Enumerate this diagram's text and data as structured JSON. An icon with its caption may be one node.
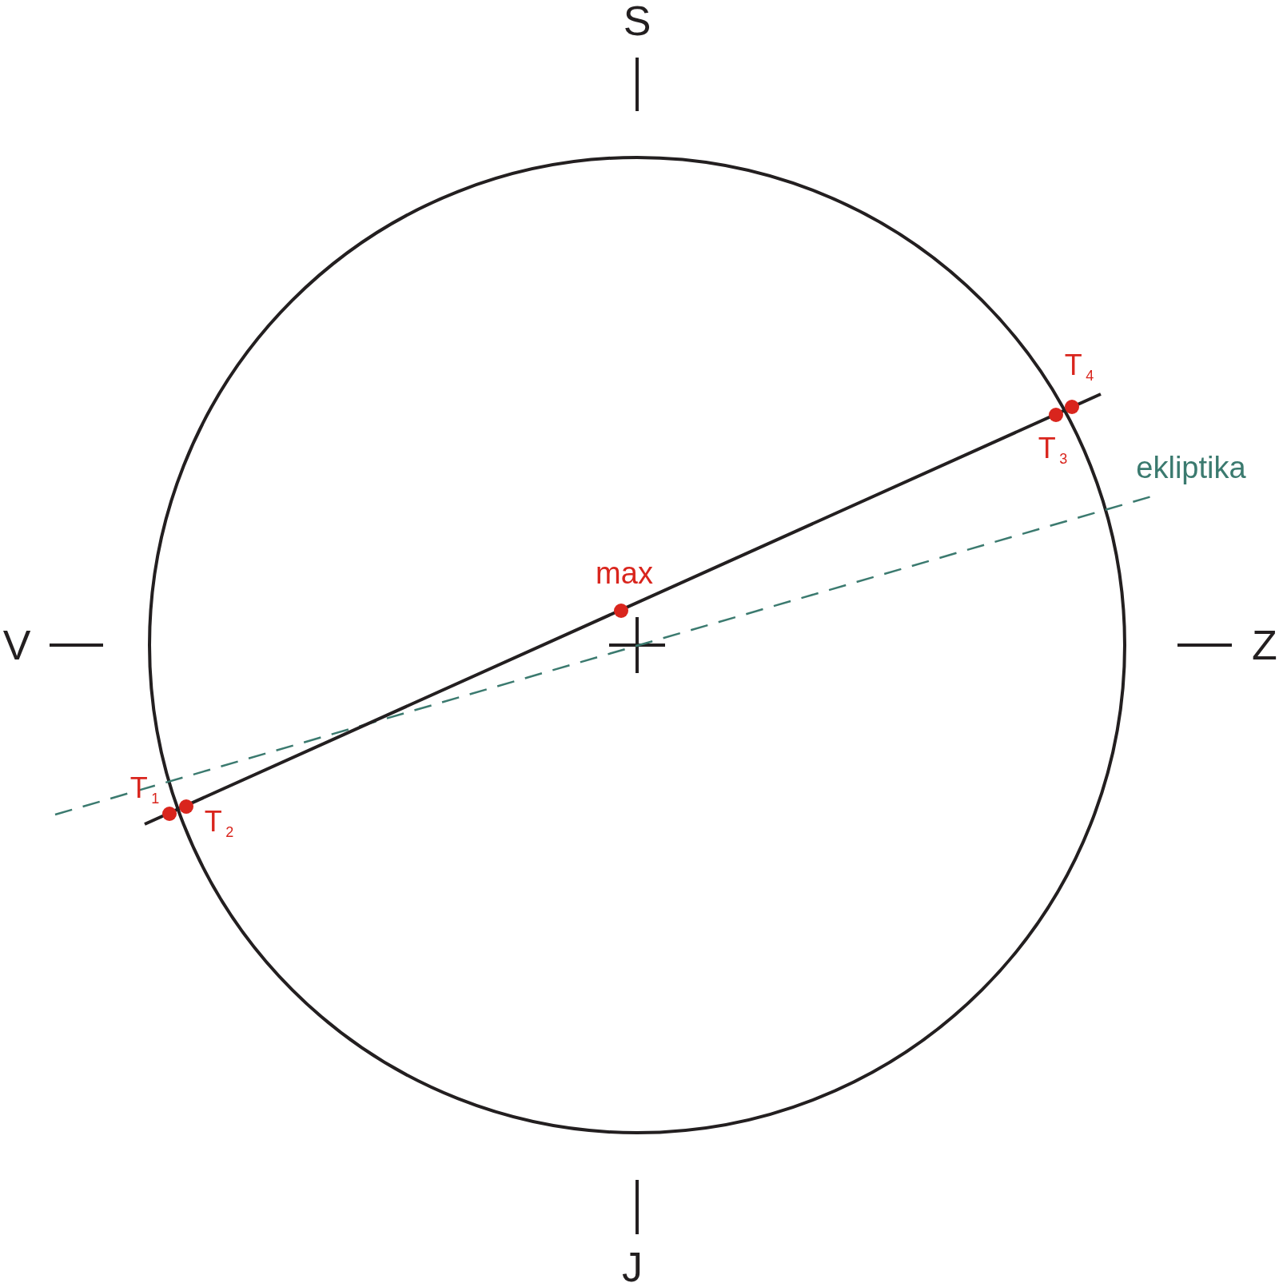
{
  "diagram": {
    "labels": [
      "S",
      "V",
      "Z",
      "J",
      "T$_{4}$",
      "ekliptika",
      "T$_{3}$",
      "max",
      "T$_{1}$",
      "T$_{2}$"
    ]
  }
}
